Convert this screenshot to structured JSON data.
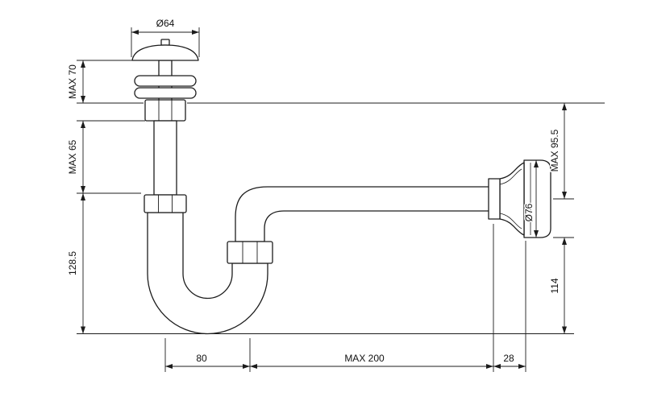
{
  "meta": {
    "background": "#ffffff",
    "line_color": "#1c1c1c",
    "drawing_type": "siphon-trap-technical-drawing"
  },
  "dimensions": {
    "flange_diameter": "Ø64",
    "max_plug_height": "MAX 70",
    "max_tailpiece_length": "MAX 65",
    "trap_depth": "128.5",
    "max_wall_drop": "MAX 95.5",
    "rosette_diameter": "Ø76",
    "outlet_height": "114",
    "trap_offset": "80",
    "max_wall_distance": "MAX 200",
    "rosette_depth": "28"
  }
}
